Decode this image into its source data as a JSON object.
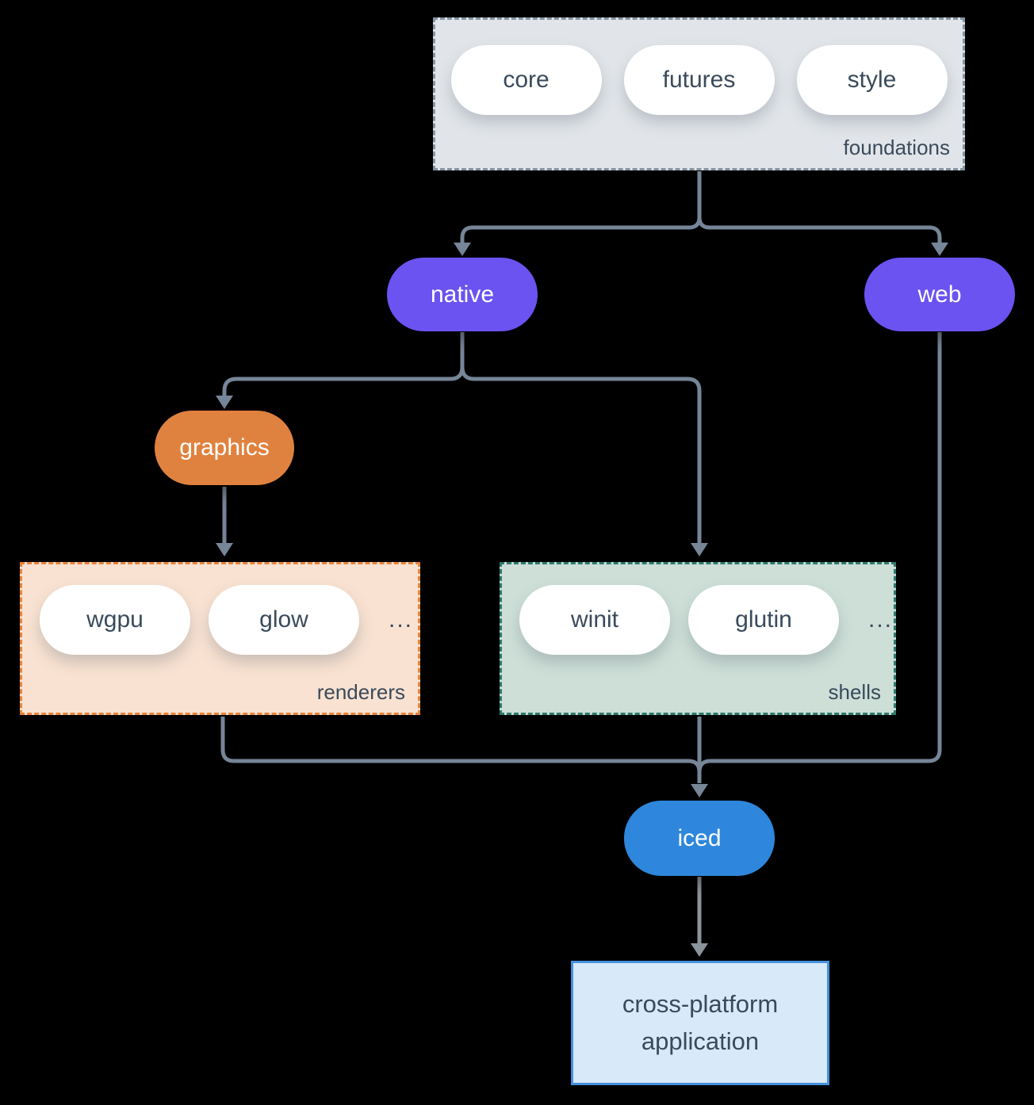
{
  "diagram": {
    "foundations": {
      "label": "foundations",
      "pills": [
        "core",
        "futures",
        "style"
      ]
    },
    "native": {
      "label": "native"
    },
    "web": {
      "label": "web"
    },
    "graphics": {
      "label": "graphics"
    },
    "renderers": {
      "label": "renderers",
      "pills": [
        "wgpu",
        "glow"
      ],
      "more": "..."
    },
    "shells": {
      "label": "shells",
      "pills": [
        "winit",
        "glutin"
      ],
      "more": "..."
    },
    "iced": {
      "label": "iced"
    },
    "application": {
      "label": "cross-platform application"
    }
  },
  "colors": {
    "background": "#000000",
    "foundations_fill": "#e1e5e9",
    "foundations_border": "#8594a3",
    "pill_fill": "#ffffff",
    "text_dark": "#3a4a5c",
    "text_light": "#ffffff",
    "purple": "#6a53f1",
    "orange": "#e0823f",
    "renderers_fill": "#f9e2d1",
    "renderers_border": "#e8833a",
    "shells_fill": "#cddfd7",
    "shells_border": "#2d7a6c",
    "blue": "#2e87dc",
    "application_fill": "#d8e9f9",
    "application_border": "#4590dc",
    "connector": "#768598",
    "connector_light": "#8b939b"
  }
}
